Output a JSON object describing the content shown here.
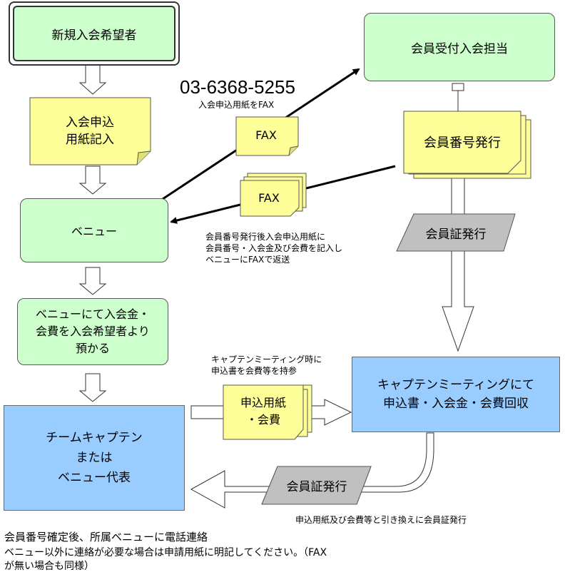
{
  "nodes": {
    "applicant": "新規入会希望者",
    "reception": "会員受付入会担当",
    "application_form": "入会申込\n用紙記入",
    "member_number": "会員番号発行",
    "venue": "ベニュー",
    "card_issue_top": "会員証発行",
    "deposit": "ベニューにて入会金・\n会費を入会希望者より\n預かる",
    "captain_meeting": "キャプテンミーティングにて\n申込書・入会金・会費回収",
    "captain": "チームキャプテン\nまたは\nベニュー代表",
    "card_issue_bottom": "会員証発行"
  },
  "documents": {
    "fax_single": "FAX",
    "fax_stack": "FAX",
    "form_and_fee": "申込用紙\n・会費"
  },
  "annotations": {
    "phone": "03-6368-5255",
    "fax_note": "入会申込用紙をFAX",
    "return_note": "会員番号発行後入会申込用紙に\n会員番号・入会金及び会費を記入し\nベニューにFAXで返送",
    "meeting_note": "キャプテンミーティング時に\n申込書を会費等を持参",
    "exchange_note": "申込用紙及び会費等と引き換えに会員証発行"
  },
  "footer": {
    "line1": "会員番号確定後、所属ベニューに電話連絡",
    "line2": "ベニュー以外に連絡が必要な場合は申請用紙に明記してください。（FAX",
    "line3": "が無い場合も同様）"
  },
  "colors": {
    "green": "#ccffcc",
    "yellow": "#ffff99",
    "blue": "#99ccff",
    "gray": "#c0c0c0"
  }
}
